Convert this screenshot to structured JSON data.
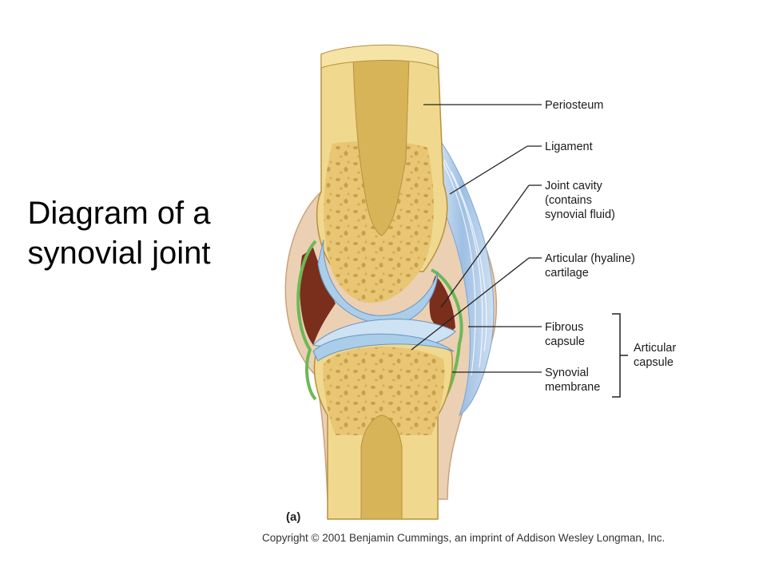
{
  "title": {
    "line1": "Diagram of a",
    "line2": "synovial joint"
  },
  "labels": {
    "periosteum": "Periosteum",
    "ligament": "Ligament",
    "joint_cavity": [
      "Joint cavity",
      "(contains",
      "synovial fluid)"
    ],
    "articular_cartilage": [
      "Articular (hyaline)",
      "cartilage"
    ],
    "fibrous_capsule": [
      "Fibrous",
      "capsule"
    ],
    "synovial_membrane": [
      "Synovial",
      "membrane"
    ],
    "articular_capsule": [
      "Articular",
      "capsule"
    ]
  },
  "panel_letter": "(a)",
  "copyright": "Copyright © 2001 Benjamin Cummings, an imprint of Addison Wesley Longman, Inc.",
  "colors": {
    "bone": "#e8c673",
    "bone_light": "#f4dd9c",
    "cartilage": "#aacde9",
    "ligament": "#8fb4dc",
    "cavity": "#7a2e1c",
    "synovial": "#6cb956",
    "capsule": "#ecd0b4"
  }
}
